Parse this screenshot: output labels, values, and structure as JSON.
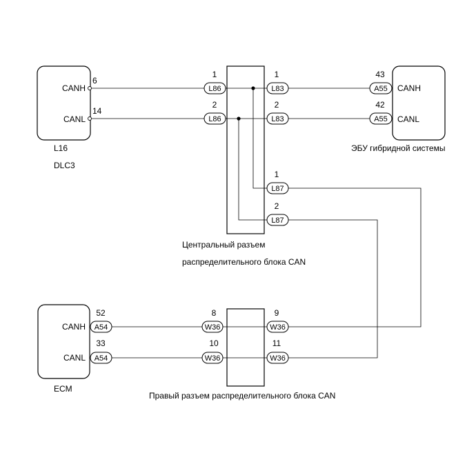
{
  "dlc3": {
    "pin_canh": "CANH",
    "pin_canl": "CANL",
    "pin_canh_no": "6",
    "pin_canl_no": "14",
    "code": "L16",
    "name": "DLC3"
  },
  "central_connector": {
    "left_canh_no": "1",
    "left_canl_no": "2",
    "left_code": "L86",
    "right_canh_no": "1",
    "right_canl_no": "2",
    "right_code": "L83",
    "branch_canh_no": "1",
    "branch_canl_no": "2",
    "branch_code": "L87",
    "caption_line1": "Центральный разъем",
    "caption_line2": "распределительного блока CAN"
  },
  "hybrid_ecu": {
    "pin_canh_no": "43",
    "pin_canl_no": "42",
    "code": "A55",
    "pin_canh": "CANH",
    "pin_canl": "CANL",
    "name": "ЭБУ гибридной системы"
  },
  "ecm": {
    "pin_canh": "CANH",
    "pin_canl": "CANL",
    "pin_canh_no": "52",
    "pin_canl_no": "33",
    "code": "A54",
    "name": "ECM"
  },
  "right_connector": {
    "left_canh_no": "8",
    "left_canl_no": "10",
    "left_code": "W36",
    "right_canh_no": "9",
    "right_canl_no": "11",
    "right_code": "W36",
    "caption": "Правый разъем распределительного блока CAN"
  }
}
